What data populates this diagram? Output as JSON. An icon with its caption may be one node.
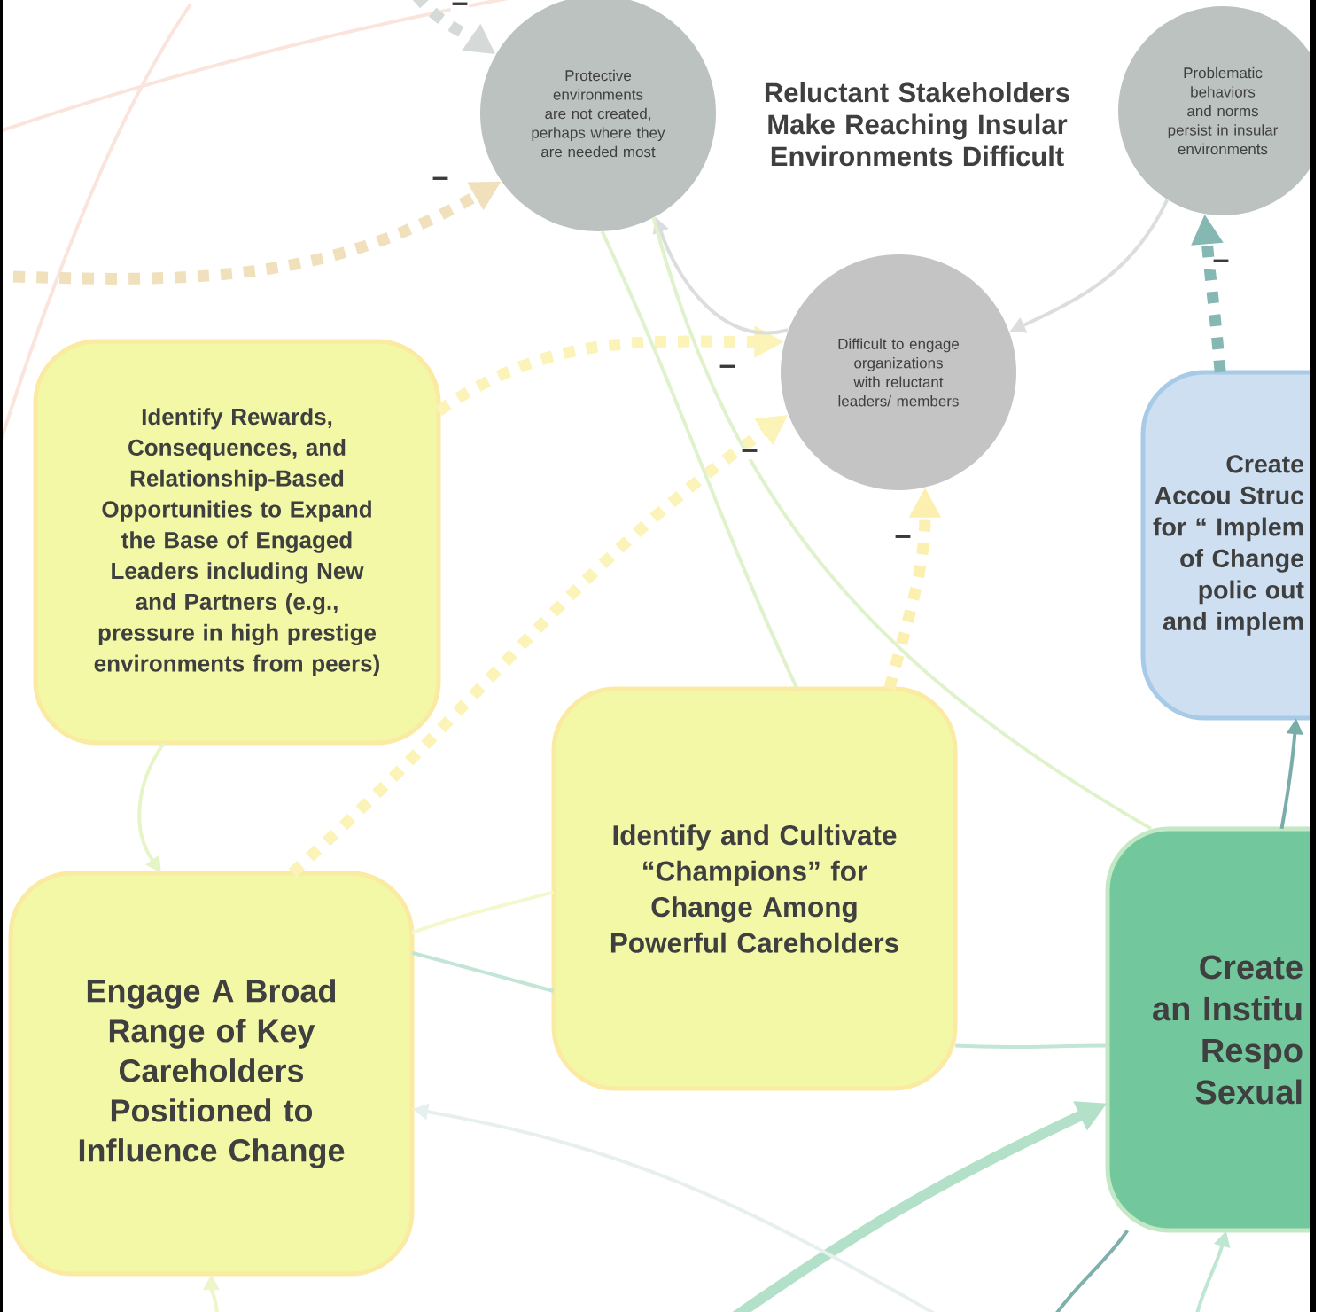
{
  "diagram": {
    "title": "Reluctant Stakeholders Make Reaching Insular Environments Difficult",
    "nodes": [
      {
        "text": [
          "Protective environments are not created, perhaps where they are needed most"
        ]
      },
      {
        "text": [
          "Problematic behaviors and norms persist in insular environments"
        ]
      },
      {
        "text": [
          "Difficult to engage organizations with reluctant leaders/ members"
        ]
      },
      {
        "text": [
          "Identify Rewards, Consequences, and Relationship-Based Opportunities to Expand the Base of Engaged Leaders including New and Partners (e.g., pressure in high prestige environments from peers)"
        ]
      },
      {
        "text": [
          "Create Accou Struc for “ Implem of Change polic out and implem"
        ]
      },
      {
        "text": [
          "Identify and Cultivate “Champions” for Change Among Powerful Careholders"
        ]
      },
      {
        "text": [
          "Engage A Broad Range of Key Careholders Positioned to Influence Change"
        ]
      },
      {
        "text": [
          "Create an Institu Respo Sexual"
        ]
      }
    ],
    "edges": [
      {
        "from": null,
        "to": 0,
        "arrow": "to",
        "label": "–",
        "style": "dashed",
        "color": "#d5dad8"
      },
      {
        "from": null,
        "to": 0,
        "arrow": "to",
        "label": "–",
        "style": "dashed",
        "color": "#f0e0bc"
      },
      {
        "from": 3,
        "to": 2,
        "arrow": "to",
        "label": "–",
        "style": "dashed",
        "color": "#fbf3b8"
      },
      {
        "from": 6,
        "to": 2,
        "arrow": "to",
        "label": "–",
        "style": "dashed",
        "color": "#fbf3b8"
      },
      {
        "from": 5,
        "to": 2,
        "arrow": "to",
        "label": "–",
        "style": "dashed",
        "color": "#fbf0b0"
      },
      {
        "from": 4,
        "to": 1,
        "arrow": "to",
        "label": "–",
        "style": "dashed",
        "color": "#86b8b3"
      },
      {
        "from": 1,
        "to": 2,
        "arrow": "to",
        "color": "#dcdedd"
      },
      {
        "from": 2,
        "to": 0,
        "arrow": "to",
        "color": "#dcdedd"
      },
      {
        "from": 7,
        "to": 4,
        "arrow": "to",
        "color": "#79aea8"
      },
      {
        "from": 3,
        "to": 6,
        "arrow": "to",
        "color": "#e6f5c8"
      },
      {
        "from": 6,
        "to": 5,
        "arrow": "none",
        "color": "#c3e5d6"
      },
      {
        "from": 5,
        "to": 7,
        "arrow": "none",
        "color": "#c3e5d6"
      },
      {
        "from": 6,
        "to": 5,
        "arrow": "none",
        "color": "#f4f8cc"
      },
      {
        "from": 5,
        "to": 0,
        "arrow": "none",
        "color": "#dff2cc"
      },
      {
        "from": 7,
        "to": 0,
        "arrow": "none",
        "color": "#dff2cc"
      },
      {
        "from": null,
        "to": 7,
        "arrow": "to",
        "style": "thick",
        "color": "#b3e0c9"
      },
      {
        "from": null,
        "to": 7,
        "arrow": "none",
        "color": "#7fb0ab"
      },
      {
        "from": null,
        "to": 7,
        "arrow": "to",
        "color": "#bfe6d2"
      },
      {
        "from": null,
        "to": 6,
        "arrow": "to",
        "color": "#eef5c8"
      },
      {
        "from": null,
        "to": 6,
        "arrow": "to",
        "color": "#e8f0ef"
      }
    ]
  }
}
